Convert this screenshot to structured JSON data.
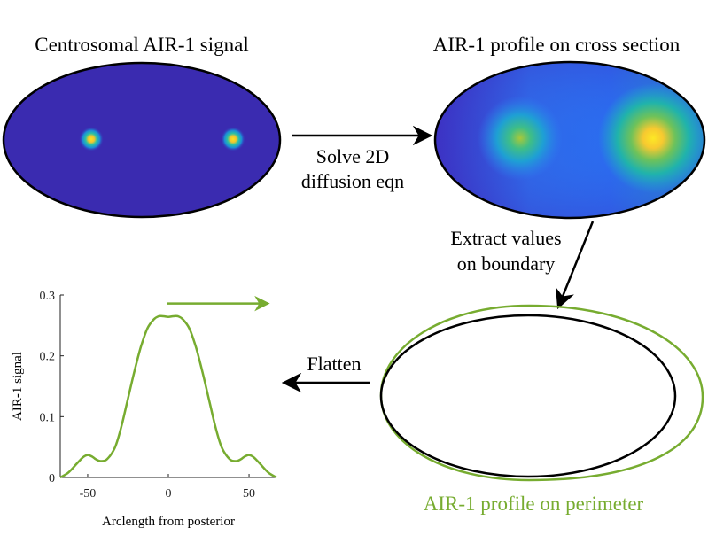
{
  "panels": {
    "centrosomal_title": "Centrosomal AIR-1 signal",
    "cross_section_title": "AIR-1 profile on cross section",
    "perimeter_label": "AIR-1 profile on perimeter"
  },
  "arrows": {
    "solve_line1": "Solve 2D",
    "solve_line2": "diffusion eqn",
    "extract_line1": "Extract values",
    "extract_line2": "on boundary",
    "flatten": "Flatten"
  },
  "colors": {
    "green": "#77ac30",
    "background_blue": "#3a2bb0",
    "black": "#000000"
  },
  "chart_data": {
    "type": "line",
    "xlabel": "Arclength from posterior",
    "ylabel": "AIR-1 signal",
    "xlim": [
      -67,
      67
    ],
    "ylim": [
      0,
      0.3
    ],
    "x_ticks": [
      -50,
      0,
      50
    ],
    "y_ticks": [
      0,
      0.1,
      0.2,
      0.3
    ],
    "x_tick_labels": [
      "-50",
      "0",
      "50"
    ],
    "y_tick_labels": [
      "0",
      "0.1",
      "0.2",
      "0.3"
    ],
    "series": [
      {
        "color": "#77ac30",
        "x": [
          -67,
          -62,
          -57,
          -53,
          -50,
          -47,
          -45,
          -42,
          -38,
          -33,
          -29,
          -25,
          -21,
          -17,
          -13,
          -9,
          -6,
          -3,
          0,
          3,
          6,
          9,
          13,
          17,
          21,
          25,
          29,
          33,
          38,
          42,
          45,
          47,
          50,
          53,
          57,
          62,
          67
        ],
        "y": [
          0.0,
          0.008,
          0.022,
          0.033,
          0.037,
          0.034,
          0.03,
          0.027,
          0.03,
          0.05,
          0.085,
          0.13,
          0.175,
          0.215,
          0.245,
          0.26,
          0.265,
          0.265,
          0.264,
          0.265,
          0.265,
          0.26,
          0.245,
          0.215,
          0.175,
          0.13,
          0.085,
          0.05,
          0.03,
          0.027,
          0.03,
          0.034,
          0.037,
          0.033,
          0.022,
          0.008,
          0.0
        ]
      }
    ],
    "direction_arrow": true
  }
}
